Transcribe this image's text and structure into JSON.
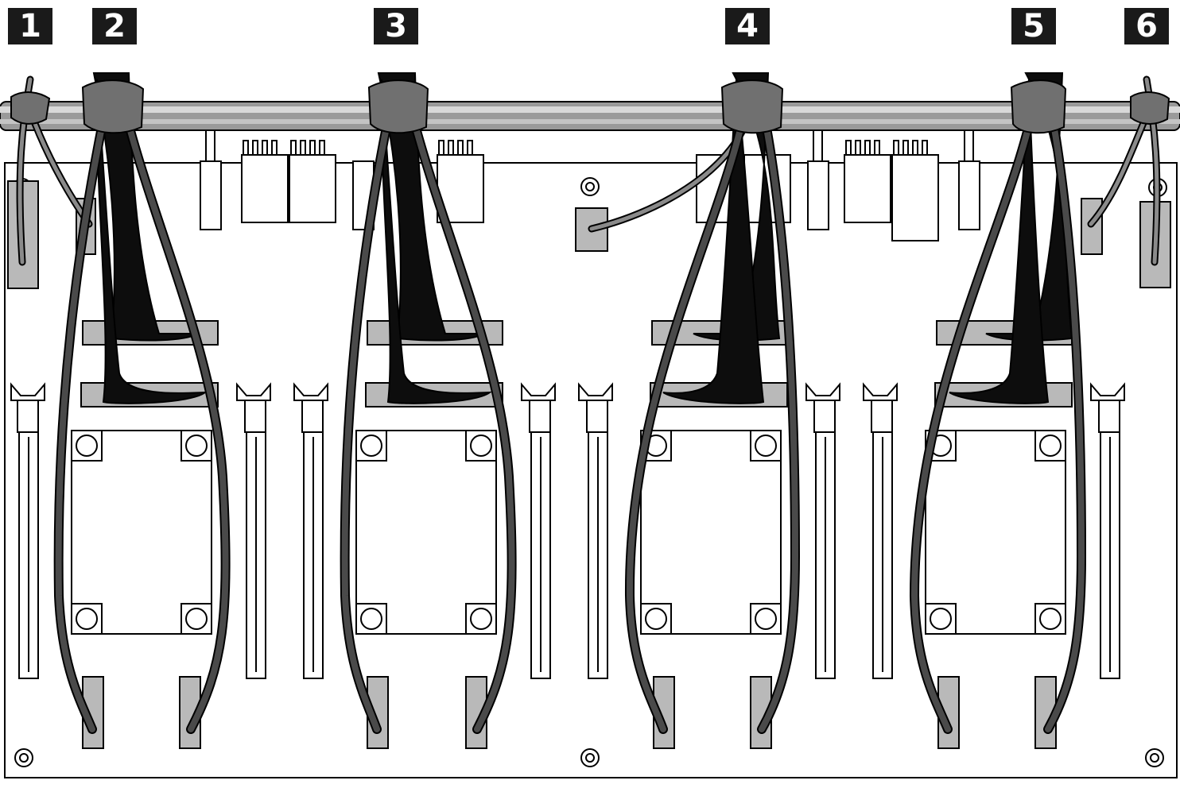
{
  "diagram": {
    "callouts": [
      {
        "label": "1"
      },
      {
        "label": "2"
      },
      {
        "label": "3"
      },
      {
        "label": "4"
      },
      {
        "label": "5"
      },
      {
        "label": "6"
      }
    ]
  }
}
